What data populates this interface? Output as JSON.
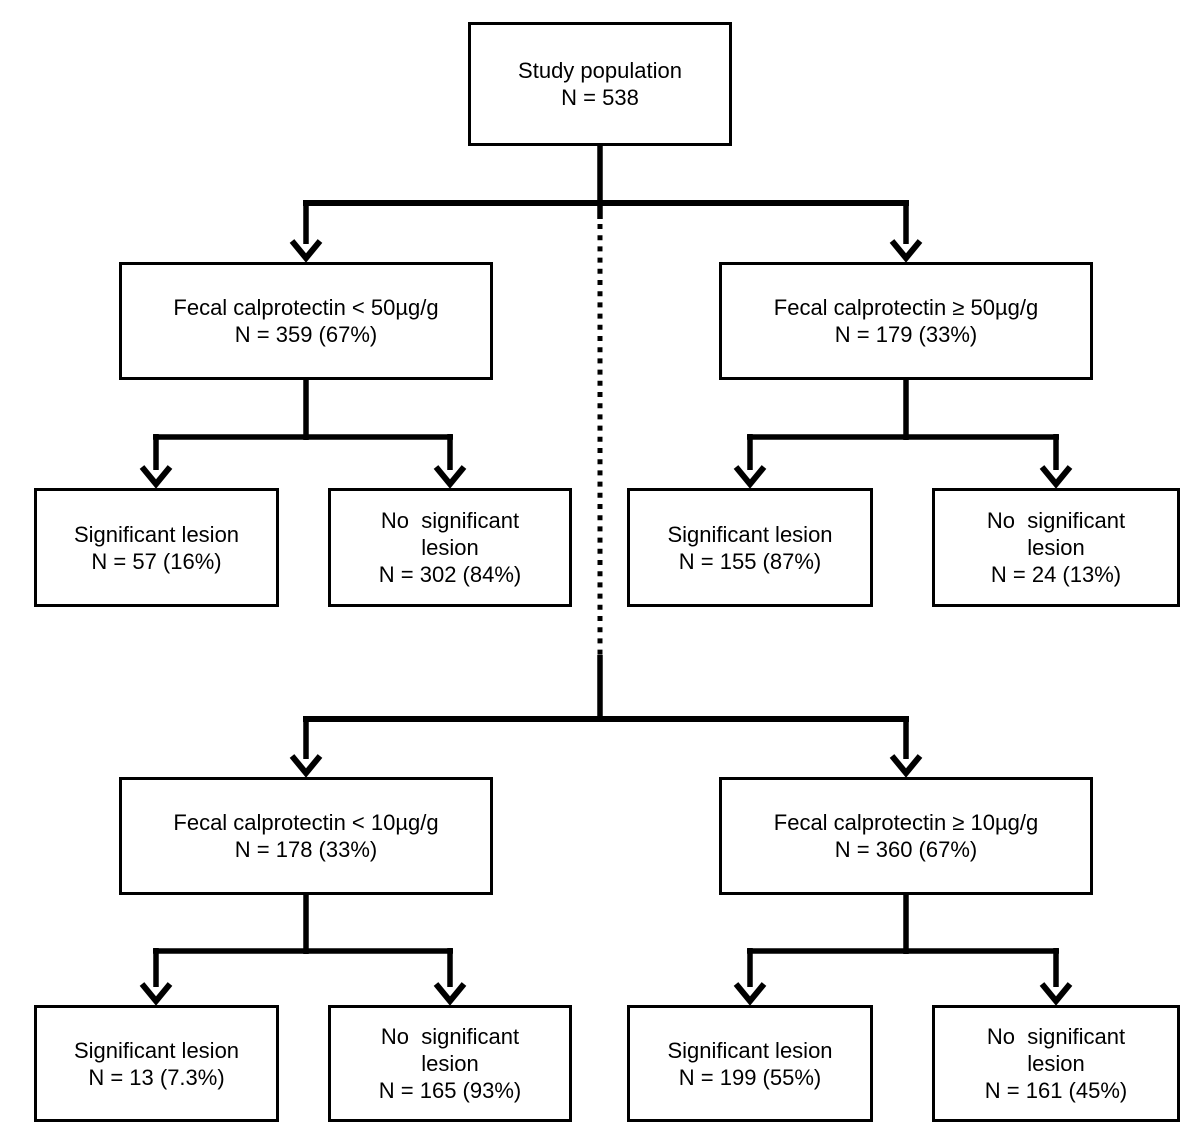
{
  "colors": {
    "background": "#ffffff",
    "line": "#000000",
    "box_border": "#000000",
    "text": "#000000"
  },
  "nodes": {
    "study_population": {
      "lines": [
        "Study population",
        "N = 538"
      ]
    },
    "fc_lt50": {
      "lines": [
        "Fecal calprotectin < 50µg/g",
        "N = 359 (67%)"
      ]
    },
    "fc_ge50": {
      "lines": [
        "Fecal calprotectin ≥ 50µg/g",
        "N = 179 (33%)"
      ]
    },
    "fc_lt50_sig": {
      "lines": [
        "Significant lesion",
        "N = 57 (16%)"
      ]
    },
    "fc_lt50_nosig": {
      "lines": [
        "No  significant",
        "lesion",
        "N = 302 (84%)"
      ]
    },
    "fc_ge50_sig": {
      "lines": [
        "Significant lesion",
        "N = 155 (87%)"
      ]
    },
    "fc_ge50_nosig": {
      "lines": [
        "No  significant",
        "lesion",
        "N = 24 (13%)"
      ]
    },
    "fc_lt10": {
      "lines": [
        "Fecal calprotectin < 10µg/g",
        "N = 178 (33%)"
      ]
    },
    "fc_ge10": {
      "lines": [
        "Fecal calprotectin ≥ 10µg/g",
        "N = 360 (67%)"
      ]
    },
    "fc_lt10_sig": {
      "lines": [
        "Significant lesion",
        "N = 13 (7.3%)"
      ]
    },
    "fc_lt10_nosig": {
      "lines": [
        "No  significant",
        "lesion",
        "N = 165 (93%)"
      ]
    },
    "fc_ge10_sig": {
      "lines": [
        "Significant lesion",
        "N = 199 (55%)"
      ]
    },
    "fc_ge10_nosig": {
      "lines": [
        "No  significant",
        "lesion",
        "N = 161 (45%)"
      ]
    }
  }
}
